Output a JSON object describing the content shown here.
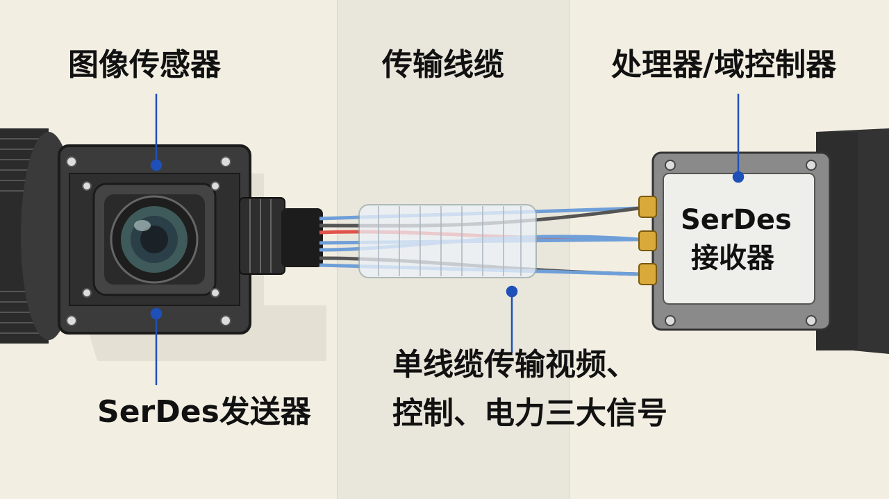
{
  "labels": {
    "image_sensor": "图像传感器",
    "cable": "传输线缆",
    "processor": "处理器/域控制器",
    "receiver_line1": "SerDes",
    "receiver_line2": "接收器",
    "transmitter": "SerDes发送器",
    "signal_line1": "单线缆传输视频、",
    "signal_line2": "控制、电力三大信号"
  },
  "colors": {
    "background": "#f2eee2",
    "center_panel": "#e9e6dc",
    "pointer": "#1f4fb8",
    "wire_red": "#e0524a",
    "wire_blue": "#6f9fd8",
    "connector_gold": "#d9a93a"
  }
}
